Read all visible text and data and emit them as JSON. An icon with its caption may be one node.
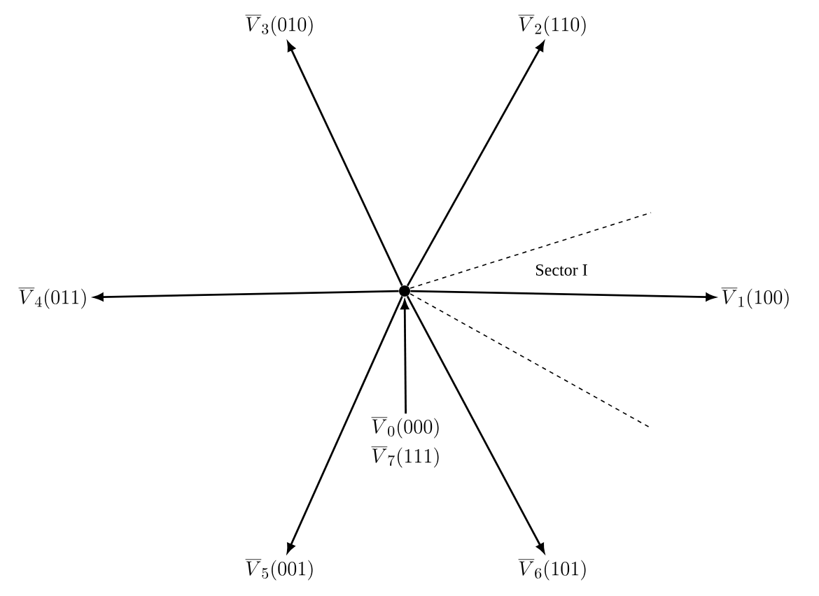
{
  "diagram": {
    "nodes": [
      {
        "text": [],
        "shape": "circle"
      },
      {
        "text": [
          "\\overline{V}_1(100)"
        ]
      },
      {
        "text": [
          "\\overline{V}_2(110)"
        ]
      },
      {
        "text": [
          "\\overline{V}_3(010)"
        ]
      },
      {
        "text": [
          "\\overline{V}_4(011)"
        ]
      },
      {
        "text": [
          "\\overline{V}_5(001)"
        ]
      },
      {
        "text": [
          "\\overline{V}_6(101)"
        ]
      },
      {
        "text": [
          "\\overline{V}_0(000)",
          "\\overline{V}_7(111)"
        ]
      }
    ],
    "edges": [
      {
        "from": 0,
        "to": 1,
        "arrow": "to"
      },
      {
        "from": 0,
        "to": 2,
        "arrow": "to"
      },
      {
        "from": 0,
        "to": 3,
        "arrow": "to"
      },
      {
        "from": 0,
        "to": 4,
        "arrow": "to"
      },
      {
        "from": 0,
        "to": 5,
        "arrow": "to"
      },
      {
        "from": 0,
        "to": 6,
        "arrow": "to"
      },
      {
        "from": 7,
        "to": 0,
        "arrow": "to"
      }
    ],
    "labels": [
      "Sector I"
    ]
  }
}
